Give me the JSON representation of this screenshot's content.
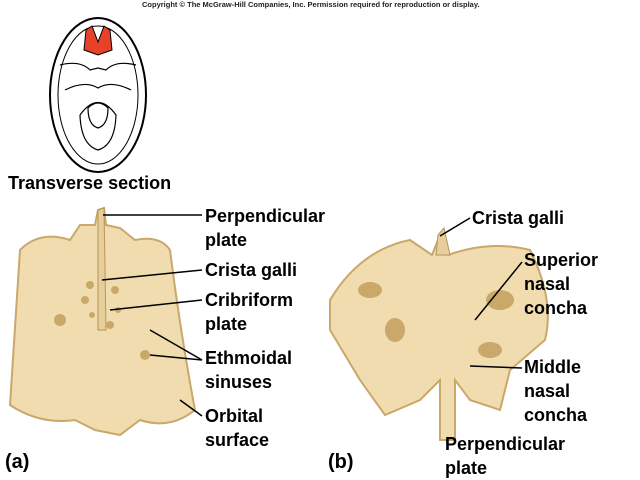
{
  "copyright": "Copyright © The McGraw-Hill Companies, Inc. Permission required for reproduction or display.",
  "inset_caption": "Transverse section",
  "panel_a": {
    "tag": "(a)",
    "labels": {
      "perpendicular_plate": [
        "Perpendicular",
        "plate"
      ],
      "crista_galli": "Crista galli",
      "cribriform_plate": [
        "Cribriform",
        "plate"
      ],
      "ethmoidal_sinuses": [
        "Ethmoidal",
        "sinuses"
      ],
      "orbital_surface": [
        "Orbital",
        "surface"
      ]
    }
  },
  "panel_b": {
    "tag": "(b)",
    "labels": {
      "crista_galli": "Crista galli",
      "superior_nasal_concha": [
        "Superior",
        "nasal",
        "concha"
      ],
      "middle_nasal_concha": [
        "Middle",
        "nasal",
        "concha"
      ],
      "perpendicular_plate": [
        "Perpendicular",
        "plate"
      ]
    }
  },
  "colors": {
    "bone": "#f0dcae",
    "bone_dark": "#c9a86a",
    "highlight": "#e8412a"
  }
}
